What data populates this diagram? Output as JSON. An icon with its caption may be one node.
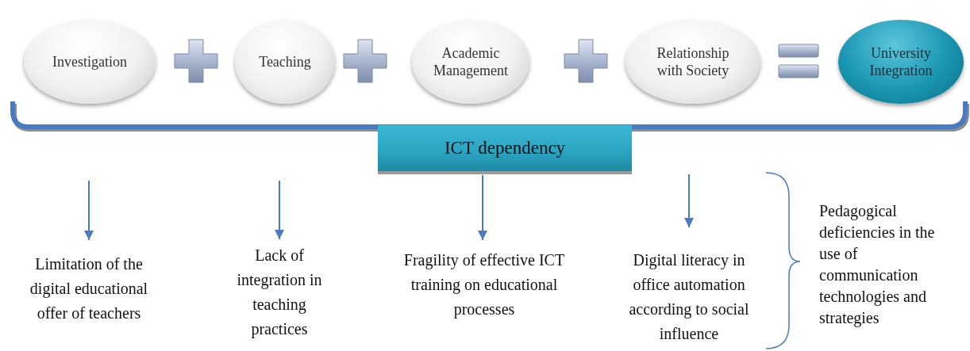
{
  "diagram": {
    "nodes": [
      {
        "text": [
          "Investigation"
        ]
      },
      {
        "text": [
          "Teaching"
        ]
      },
      {
        "text": [
          "Academic Management"
        ]
      },
      {
        "text": [
          "Relationship with Society"
        ]
      },
      {
        "text": [
          "University Integration"
        ]
      },
      {
        "text": [
          "ICT dependency"
        ]
      },
      {
        "text": [
          "Limitation of the digital educational offer of teachers"
        ]
      },
      {
        "text": [
          "Lack of integration in teaching practices"
        ]
      },
      {
        "text": [
          "Fragility of effective ICT training on educational processes"
        ]
      },
      {
        "text": [
          "Digital literacy in office automation according to social influence"
        ]
      },
      {
        "text": [
          "Pedagogical deficiencies in the use of communication technologies and strategies"
        ]
      }
    ],
    "edges": [
      {
        "from": null,
        "to": 6,
        "arrow": "to"
      },
      {
        "from": null,
        "to": 7,
        "arrow": "to"
      },
      {
        "from": 5,
        "to": 8,
        "arrow": "to"
      },
      {
        "from": null,
        "to": 9,
        "arrow": "to"
      }
    ]
  }
}
